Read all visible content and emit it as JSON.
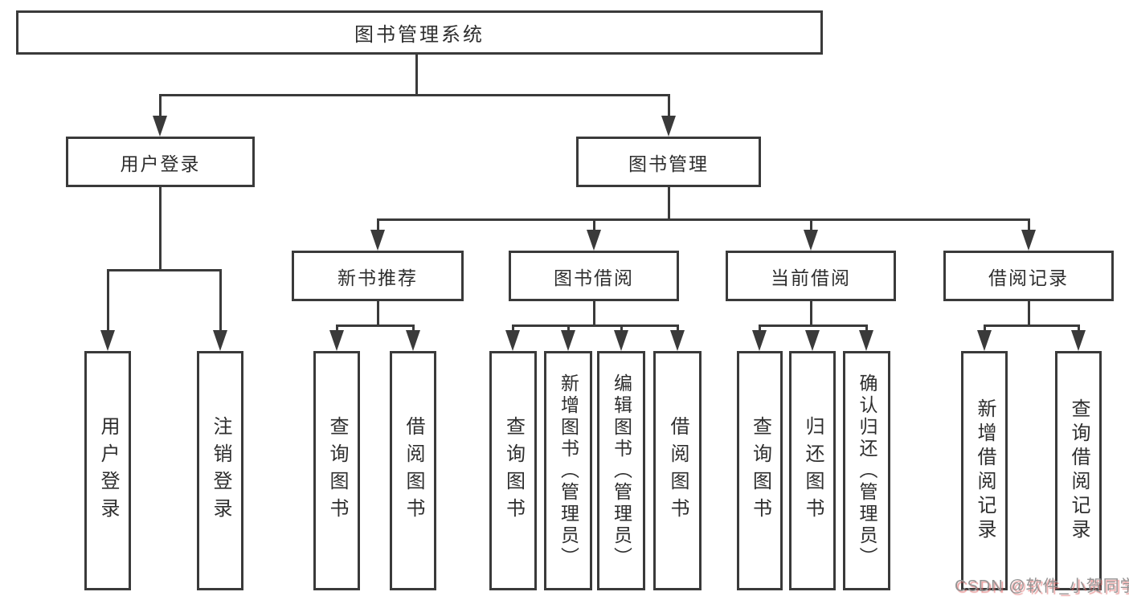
{
  "diagram": {
    "root": {
      "label": "图书管理系统"
    },
    "level2": {
      "user_login": {
        "label": "用户登录"
      },
      "book_mgmt": {
        "label": "图书管理"
      }
    },
    "level3": {
      "new_books": {
        "label": "新书推荐"
      },
      "borrow": {
        "label": "图书借阅"
      },
      "current": {
        "label": "当前借阅"
      },
      "records": {
        "label": "借阅记录"
      }
    },
    "leaves": {
      "login": {
        "label": "用户登录"
      },
      "logout": {
        "label": "注销登录"
      },
      "nb_query": {
        "label": "查询图书"
      },
      "nb_borrow": {
        "label": "借阅图书"
      },
      "bb_query": {
        "label": "查询图书"
      },
      "bb_add": {
        "label": "新增图书（管理员）"
      },
      "bb_edit": {
        "label": "编辑图书（管理员）"
      },
      "bb_borrow": {
        "label": "借阅图书"
      },
      "cb_query": {
        "label": "查询图书"
      },
      "cb_return": {
        "label": "归还图书"
      },
      "cb_confirm": {
        "label": "确认归还（管理员）"
      },
      "br_add": {
        "label": "新增借阅记录"
      },
      "br_query": {
        "label": "查询借阅记录"
      }
    }
  },
  "watermark": {
    "text": "CSDN @软件_小贺同学"
  },
  "colors": {
    "line": "#3a3a3a",
    "text": "#2e2e2e",
    "background": "#ffffff",
    "watermark_gray": "#949494",
    "watermark_red": "#de6a6a"
  }
}
